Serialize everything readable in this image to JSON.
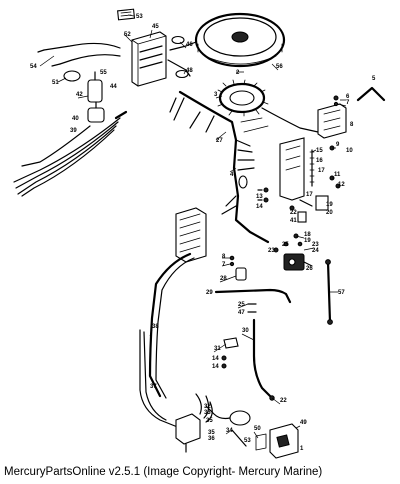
{
  "caption": "MercuryPartsOnline v2.5.1 (Image Copyright- Mercury Marine)",
  "callouts": [
    "1",
    "2",
    "3",
    "4",
    "5",
    "6",
    "7",
    "8",
    "9",
    "10",
    "11",
    "12",
    "13",
    "14",
    "15",
    "16",
    "17",
    "18",
    "19",
    "20",
    "21",
    "22",
    "23",
    "24",
    "25",
    "26",
    "27",
    "28",
    "29",
    "30",
    "31",
    "32",
    "33",
    "34",
    "35",
    "36",
    "37",
    "38",
    "39",
    "40",
    "41",
    "42",
    "43",
    "44",
    "45",
    "46",
    "47",
    "48",
    "49",
    "50",
    "51",
    "52",
    "53",
    "54",
    "55",
    "56",
    "57"
  ]
}
